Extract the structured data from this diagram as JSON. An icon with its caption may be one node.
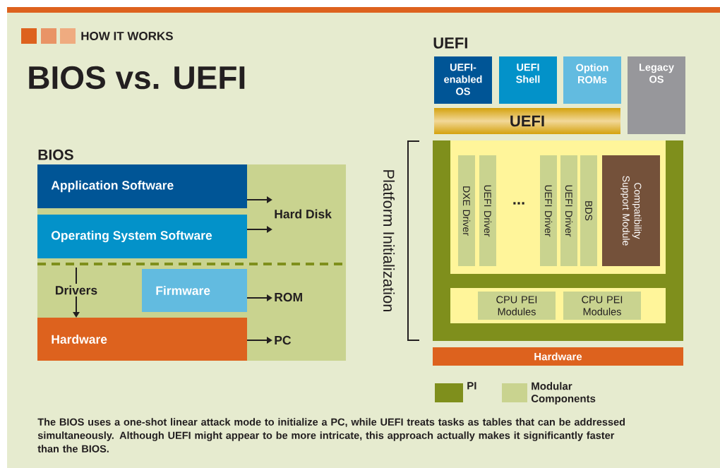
{
  "diagram": {
    "title": "BIOS vs. UEFI",
    "caption": "The BIOS uses a one-shot linear attack mode to initialize a PC, while UEFI treats tasks as tables that can be addressed simultaneously. Although UEFI might appear to be more intricate, this approach actually makes it significantly faster than the BIOS.",
    "nodes": [
      {
        "text": [
          "BIOS"
        ]
      },
      {
        "text": [
          "Application Software"
        ],
        "in": 0
      },
      {
        "text": [
          "Operating System Software"
        ],
        "in": 0
      },
      {
        "text": [
          "Firmware"
        ],
        "in": 0
      },
      {
        "text": [
          "Hardware"
        ],
        "in": 0
      },
      {
        "text": [
          "Hard Disk"
        ],
        "in": 0
      },
      {
        "text": [
          "ROM"
        ],
        "in": 0
      },
      {
        "text": [
          "PC"
        ],
        "in": 0
      },
      {
        "text": [
          "UEFI-enabled OS"
        ]
      },
      {
        "text": [
          "UEFI Shell"
        ]
      },
      {
        "text": [
          "Option ROMs"
        ]
      },
      {
        "text": [
          "Legacy OS"
        ]
      },
      {
        "text": [
          "UEFI"
        ]
      },
      {
        "text": [],
        "shape": "box",
        "beside": [
          "Platform Initialization"
        ]
      },
      {
        "text": [],
        "shape": "box",
        "in": 13
      },
      {
        "text": [
          "DXE Driver"
        ],
        "in": 14
      },
      {
        "text": [
          "UEFI Driver"
        ],
        "in": 14
      },
      {
        "text": [
          "UEFI Driver"
        ],
        "in": 14
      },
      {
        "text": [
          "UEFI Driver"
        ],
        "in": 14
      },
      {
        "text": [
          "BDS"
        ],
        "in": 14
      },
      {
        "text": [
          "Compatibility Support Module"
        ],
        "in": 14
      },
      {
        "text": [],
        "shape": "box",
        "in": 13
      },
      {
        "text": [
          "CPU PEI Modules"
        ],
        "in": 21
      },
      {
        "text": [
          "CPU PEI Modules"
        ],
        "in": 21
      },
      {
        "text": [
          "Hardware"
        ]
      }
    ],
    "edges": [
      {
        "from": 1,
        "to": 5,
        "arrow": "to"
      },
      {
        "from": 2,
        "to": 5,
        "arrow": "to"
      },
      {
        "from": 3,
        "to": 6,
        "arrow": "to"
      },
      {
        "from": 4,
        "to": 7,
        "arrow": "to"
      },
      {
        "from": null,
        "to": 4,
        "arrow": "to",
        "label": "Drivers"
      }
    ],
    "labels": [
      "HOW IT WORKS",
      "UEFI",
      "..."
    ],
    "legend": [
      {
        "text": "PI",
        "color": "#7f8f1c"
      },
      {
        "text": "Modular Components",
        "color": "#c9d38f"
      }
    ]
  }
}
